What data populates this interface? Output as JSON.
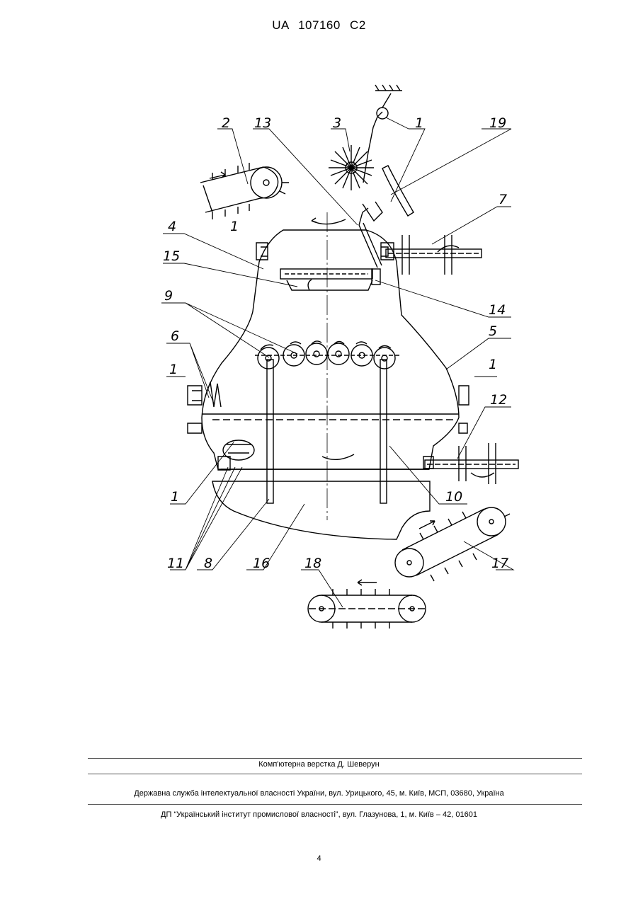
{
  "header": {
    "doc_number": "UA   107160   C2"
  },
  "figure": {
    "labels": {
      "l1a": "1",
      "l1b": "1",
      "l1c": "1",
      "l1d": "1",
      "l1e": "1",
      "l2": "2",
      "l3": "3",
      "l4": "4",
      "l5": "5",
      "l6": "6",
      "l7": "7",
      "l8": "8",
      "l9": "9",
      "l10": "10",
      "l11": "11",
      "l12": "12",
      "l13": "13",
      "l14": "14",
      "l15": "15",
      "l16": "16",
      "l17": "17",
      "l18": "18",
      "l19": "19"
    }
  },
  "footer": {
    "layout_credit": "Комп'ютерна верстка Д. Шеверун",
    "agency": "Державна служба інтелектуальної власності України, вул. Урицького, 45, м. Київ, МСП, 03680, Україна",
    "institute": "ДП “Український інститут промислової власності”, вул. Глазунова, 1, м. Київ – 42, 01601"
  },
  "page_number": "4"
}
